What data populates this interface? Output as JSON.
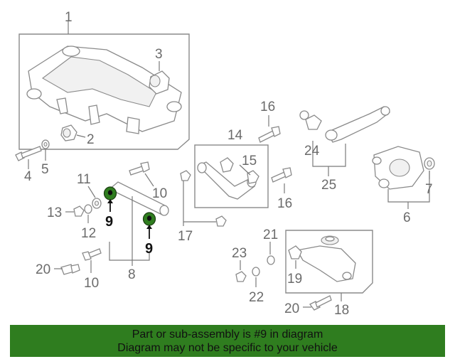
{
  "diagram": {
    "callouts": {
      "c1": "1",
      "c2": "2",
      "c3": "3",
      "c4": "4",
      "c5": "5",
      "c6": "6",
      "c7": "7",
      "c8": "8",
      "c9a": "9",
      "c9b": "9",
      "c10a": "10",
      "c10b": "10",
      "c11": "11",
      "c12": "12",
      "c13": "13",
      "c14": "14",
      "c15": "15",
      "c16a": "16",
      "c16b": "16",
      "c17": "17",
      "c18": "18",
      "c19": "19",
      "c20a": "20",
      "c20b": "20",
      "c21": "21",
      "c22": "22",
      "c23": "23",
      "c24": "24",
      "c25": "25"
    },
    "colors": {
      "highlight": "#2f7d1f",
      "line": "#7a7a7a",
      "text": "#6b6b6b"
    }
  },
  "banner": {
    "line1": "Part or sub-assembly is #9 in diagram",
    "line2": "Diagram may not be specific to your vehicle",
    "color": "#2f7d1f"
  }
}
